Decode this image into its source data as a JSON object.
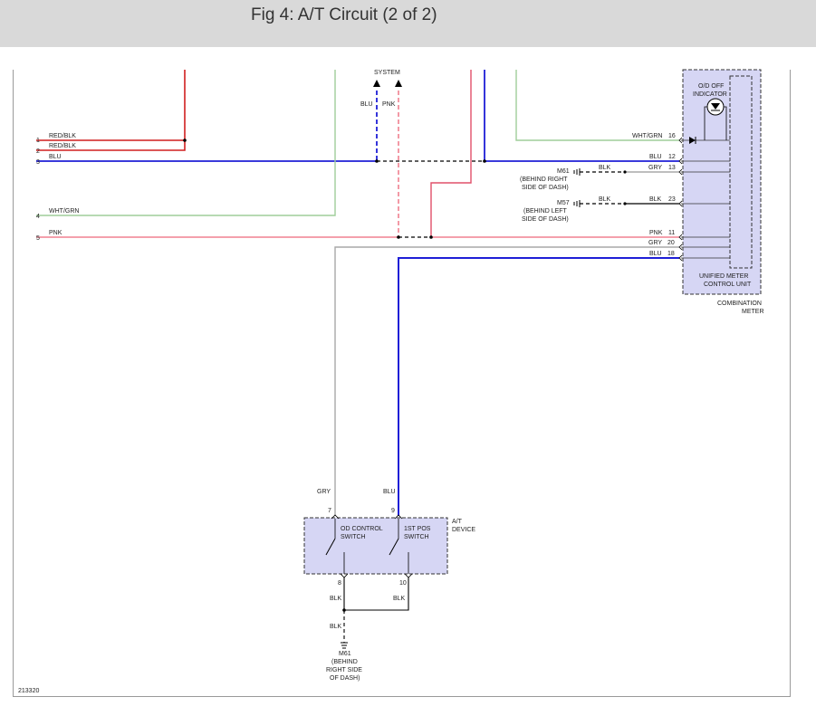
{
  "page": {
    "title": "Fig 4: A/T Circuit (2 of 2)",
    "figure_id": "213320"
  },
  "colors": {
    "red": "#d01f1f",
    "blue": "#1f1fd6",
    "pink": "#f08090",
    "green": "#9fce9a",
    "gray": "#a9a9a9",
    "black": "#000000",
    "component_fill": "#d6d6f4"
  },
  "connectors": {
    "left": [
      {
        "pin": "1",
        "wire": "RED/BLK"
      },
      {
        "pin": "2",
        "wire": "RED/BLK"
      },
      {
        "pin": "3",
        "wire": "BLU"
      },
      {
        "pin": "4",
        "wire": "WHT/GRN"
      },
      {
        "pin": "5",
        "wire": "PNK"
      }
    ],
    "system": {
      "label": "SYSTEM",
      "wire_blu": "BLU",
      "wire_pnk": "PNK"
    },
    "meter_pins": [
      {
        "pin": "16",
        "wire": "WHT/GRN"
      },
      {
        "pin": "12",
        "wire": "BLU"
      },
      {
        "pin": "13",
        "wire": "GRY"
      },
      {
        "pin": "23",
        "wire": "BLK"
      },
      {
        "pin": "11",
        "wire": "PNK"
      },
      {
        "pin": "20",
        "wire": "GRY"
      },
      {
        "pin": "18",
        "wire": "BLU"
      }
    ]
  },
  "grounds": {
    "m61_top": {
      "name": "M61",
      "lines": [
        "(BEHIND RIGHT",
        "SIDE OF DASH)"
      ],
      "wire": "BLK"
    },
    "m57": {
      "name": "M57",
      "lines": [
        "(BEHIND LEFT",
        "SIDE OF DASH)"
      ],
      "wire": "BLK"
    },
    "m61_bottom": {
      "name": "M61",
      "lines": [
        "(BEHIND",
        "RIGHT SIDE",
        "OF DASH)"
      ]
    }
  },
  "combination_meter": {
    "indicator": [
      "O/D OFF",
      "INDICATOR"
    ],
    "control_unit": [
      "UNIFIED METER",
      "CONTROL UNIT"
    ],
    "label": [
      "COMBINATION",
      "METER"
    ]
  },
  "at_device": {
    "label": [
      "A/T",
      "DEVICE"
    ],
    "od_switch": [
      "OD CONTROL",
      "SWITCH"
    ],
    "pos_switch": [
      "1ST POS",
      "SWITCH"
    ],
    "wire_in_left": "GRY",
    "wire_in_right": "BLU",
    "pin_in_left": "7",
    "pin_in_right": "9",
    "pin_out_left": "8",
    "pin_out_right": "10",
    "wire_out_left": "BLK",
    "wire_out_right": "BLK",
    "wire_ground": "BLK"
  }
}
